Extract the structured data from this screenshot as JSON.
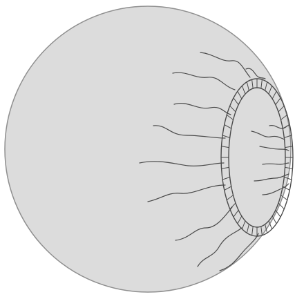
{
  "diagram": {
    "fill_color": "#dcdcdc",
    "stroke_color": "#4a4a4a",
    "elements": [
      "sphere",
      "ring",
      "fibers"
    ]
  }
}
